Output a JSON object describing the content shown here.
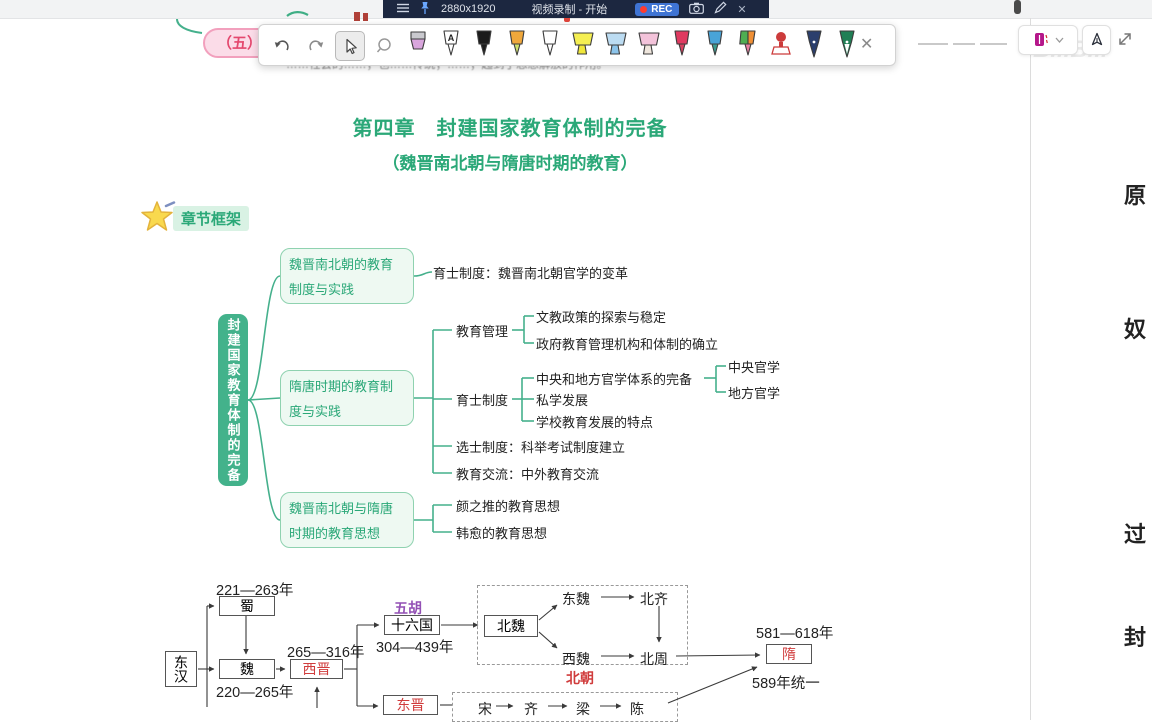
{
  "recorder": {
    "resolution": "2880x1920",
    "status": "视频录制 - 开始",
    "rec_label": "REC"
  },
  "toolbar": {
    "pens": [
      {
        "name": "eraser-tool",
        "kind": "eraser",
        "body": "#c9c9ce",
        "tip": "#d9a6dd"
      },
      {
        "name": "text-pen",
        "kind": "letter",
        "body": "#ffffff",
        "tip": "#ffffff",
        "letter": "A"
      },
      {
        "name": "black-marker",
        "kind": "marker",
        "body": "#1b1b1b",
        "tip": "#1b1b1b"
      },
      {
        "name": "orange-marker",
        "kind": "marker",
        "body": "#f0a83c",
        "tip": "#cfe06a"
      },
      {
        "name": "white-marker",
        "kind": "marker",
        "body": "#ffffff",
        "tip": "#ffffff"
      },
      {
        "name": "yellow-highlighter",
        "kind": "chisel",
        "body": "#f5ef52",
        "tip": "#f0e73a"
      },
      {
        "name": "blue-highlighter",
        "kind": "chisel",
        "body": "#bcdcf2",
        "tip": "#8cc4ea"
      },
      {
        "name": "pink-highlighter",
        "kind": "chisel",
        "body": "#f3c3da",
        "tip": "#efe6dd"
      },
      {
        "name": "red-marker",
        "kind": "marker",
        "body": "#df3a60",
        "tip": "#d8405f"
      },
      {
        "name": "blue-marker",
        "kind": "marker",
        "body": "#49a4d8",
        "tip": "#3a9a8f"
      },
      {
        "name": "duo-marker",
        "kind": "duo",
        "body": "#4fae52",
        "body2": "#ef8f35",
        "tip": "#e87fa0"
      },
      {
        "name": "stamp-tool",
        "kind": "stamp",
        "body": "#cc3b3b",
        "tip": "#cc3b3b"
      },
      {
        "name": "navy-fountain-pen",
        "kind": "nib",
        "body": "#2b3f6d",
        "tip": "#2b3f6d"
      },
      {
        "name": "green-fountain-pen",
        "kind": "nib",
        "body": "#207f55",
        "tip": "#ffffff"
      }
    ]
  },
  "page": {
    "margin_note": "（五）评",
    "blurred_line": "……社会的……；也……传统；……；起到了思想解放的作用。",
    "title": "第四章　封建国家教育体制的完备",
    "subtitle": "（魏晋南北朝与隋唐时期的教育）",
    "section_label": "章节框架"
  },
  "mindmap": {
    "root": "封建国家教育体制的完备",
    "b1": "魏晋南北朝的教育制度与实践",
    "b2": "隋唐时期的教育制度与实践",
    "b3": "魏晋南北朝与隋唐时期的教育思想",
    "leaves": {
      "yushi_wei": "育士制度：魏晋南北朝官学的变革",
      "wenjiao": "文教政策的探索与稳定",
      "jiaoyu_guanli": "教育管理",
      "zhengfu": "政府教育管理机构和体制的确立",
      "zhongyang_guanxue": "中央官学",
      "tixi": "中央和地方官学体系的完备",
      "difang_guanxue": "地方官学",
      "yushi": "育士制度",
      "sixue": "私学发展",
      "xuexiao": "学校教育发展的特点",
      "xuanshi": "选士制度：科举考试制度建立",
      "jiaoliu": "教育交流：中外教育交流",
      "yanzhitui": "颜之推的教育思想",
      "hanyu": "韩愈的教育思想"
    }
  },
  "timeline": {
    "donghan": "东汉",
    "shu": "蜀",
    "wei": "魏",
    "xijin": "西晋",
    "wuhu": "五胡",
    "shiliuguo": "十六国",
    "beiwei": "北魏",
    "dongwei": "东魏",
    "beiqi": "北齐",
    "xiwei": "西魏",
    "beizhou": "北周",
    "beichao": "北朝",
    "sui": "隋",
    "dongjin": "东晋",
    "song": "宋",
    "qi": "齐",
    "liang": "梁",
    "chen": "陈",
    "y_shu": "221—263年",
    "y_wei": "220—265年",
    "y_xijin": "265—316年",
    "y_shiliuguo": "304—439年",
    "y_sui": "581—618年",
    "unify": "589年统一"
  },
  "side": {
    "watermark": "BiliBili",
    "edge_chars": [
      "原",
      "奴",
      "过",
      "封"
    ]
  },
  "colors": {
    "accent_teal": "#2ba878",
    "node_fill": "#43b28b",
    "red_label": "#d03c3c",
    "purple_label": "#9350b5",
    "rec_bar": "#1c2740",
    "rec_button": "#3f74d4"
  }
}
